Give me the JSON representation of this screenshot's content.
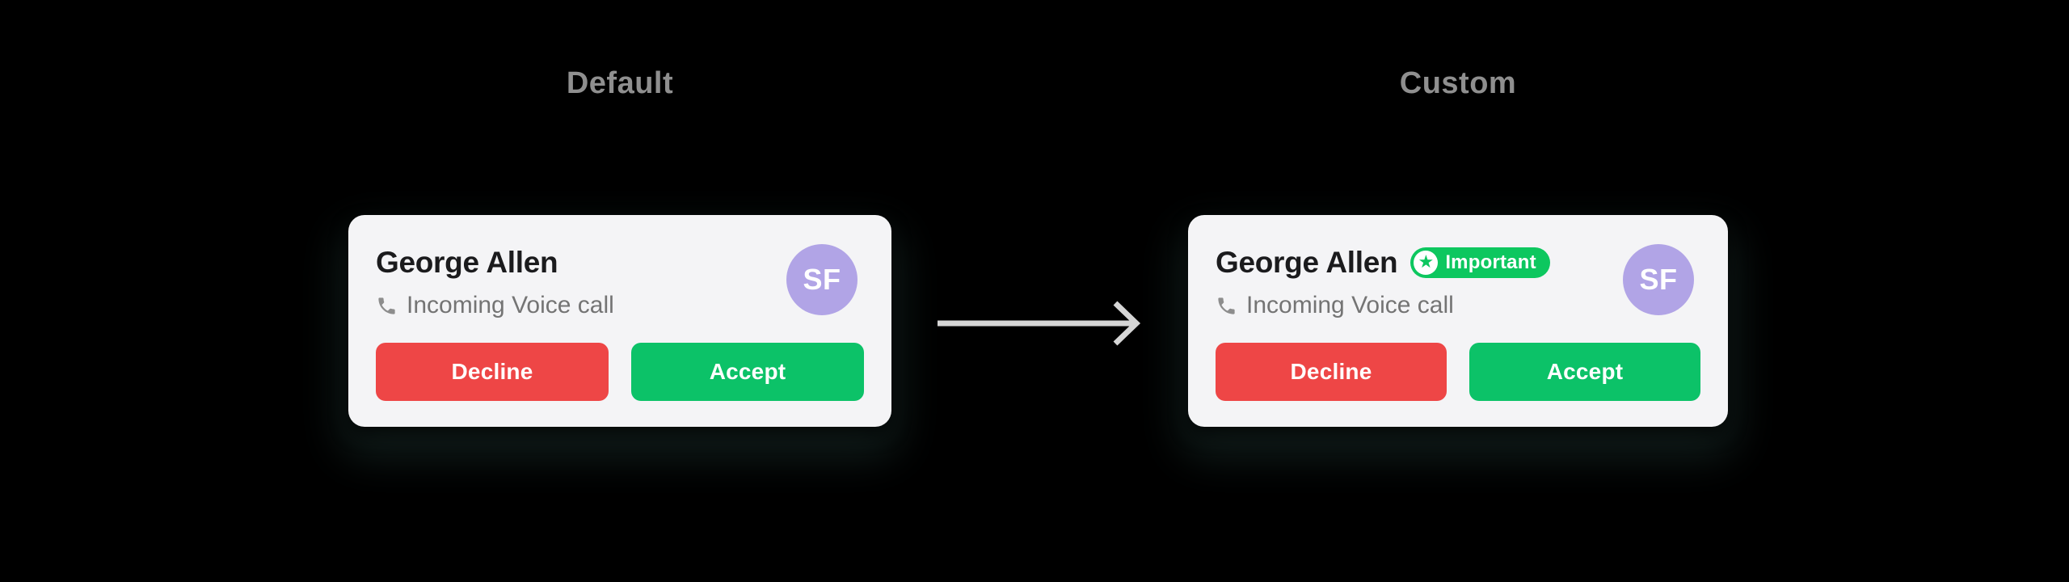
{
  "sections": {
    "default": {
      "title": "Default"
    },
    "custom": {
      "title": "Custom"
    }
  },
  "cards": {
    "default": {
      "caller_name": "George Allen",
      "call_status": "Incoming Voice call",
      "avatar_initials": "SF",
      "buttons": {
        "decline": "Decline",
        "accept": "Accept"
      }
    },
    "custom": {
      "caller_name": "George Allen",
      "badge": {
        "label": "Important",
        "icon": "star-icon"
      },
      "call_status": "Incoming Voice call",
      "avatar_initials": "SF",
      "buttons": {
        "decline": "Decline",
        "accept": "Accept"
      }
    }
  },
  "icons": {
    "phone": "phone-handset-icon",
    "star": "star-icon",
    "star_glyph": "★",
    "arrow": "arrow-right-icon"
  },
  "colors": {
    "background": "#000000",
    "card_bg": "#f4f4f6",
    "title_text": "#8f8f8f",
    "name_text": "#1b1b1d",
    "subtitle_text": "#747474",
    "icon_gray": "#8d8d8d",
    "decline_red": "#ee4646",
    "accept_green": "#0cc268",
    "badge_green": "#0dc75f",
    "avatar_purple": "#b1a4e6",
    "arrow_gray": "#d6d6d6",
    "button_text": "#ffffff"
  }
}
